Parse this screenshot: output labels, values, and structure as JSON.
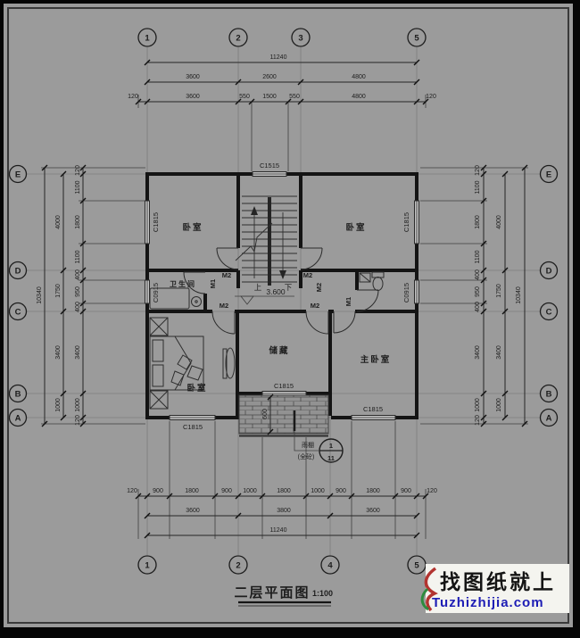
{
  "drawing": {
    "title": "二层平面图",
    "scale": "1:100"
  },
  "watermark": {
    "line1": "找图纸就上",
    "line2": "Tuzhizhijia.com"
  },
  "grid": {
    "top": [
      "1",
      "2",
      "3",
      "5"
    ],
    "bottom": [
      "1",
      "2",
      "4",
      "5"
    ],
    "left": [
      "E",
      "D",
      "C",
      "B",
      "A"
    ],
    "right": [
      "E",
      "D",
      "C",
      "B",
      "A"
    ]
  },
  "dims": {
    "top_total": "11240",
    "top_major": [
      "3600",
      "2600",
      "4800"
    ],
    "top_minor": [
      "120",
      "3600",
      "550",
      "1500",
      "550",
      "4800",
      "120"
    ],
    "bottom_minor": [
      "120",
      "900",
      "1800",
      "900",
      "1000",
      "1800",
      "1000",
      "900",
      "1800",
      "900",
      "120"
    ],
    "bottom_major": [
      "3600",
      "3800",
      "3600"
    ],
    "bottom_total": "11240",
    "left_minor": [
      "120",
      "1100",
      "1800",
      "1100",
      "400",
      "950",
      "400",
      "3400",
      "1000",
      "120"
    ],
    "left_major": [
      "4000",
      "1750",
      "3400",
      "1000"
    ],
    "left_total": "10340",
    "right_minor": [
      "120",
      "1100",
      "1800",
      "1100",
      "400",
      "950",
      "400",
      "3400",
      "1000",
      "120"
    ],
    "right_major": [
      "4000",
      "1750",
      "3400",
      "1000"
    ],
    "right_total": "10340",
    "balcony_depth": "600"
  },
  "rooms": {
    "bedroom_nw": "卧室",
    "bedroom_ne": "卧室",
    "bathroom_w": "卫生间",
    "storage": "储藏",
    "master": "主卧室",
    "bedroom_sw": "卧室"
  },
  "windows": {
    "stair": "C1515",
    "nw": "C1815",
    "ne": "C1815",
    "sw": "C1815",
    "storage": "C1815",
    "master": "C1815",
    "bath_w": "C0915",
    "bath_e": "C0915"
  },
  "doors": {
    "m1": "M1",
    "m2": "M2"
  },
  "stair": {
    "up": "上",
    "down": "下",
    "level": "3.600"
  },
  "callout": {
    "label1": "雨棚",
    "label2": "(全砼)",
    "num": "1",
    "den": "11"
  }
}
